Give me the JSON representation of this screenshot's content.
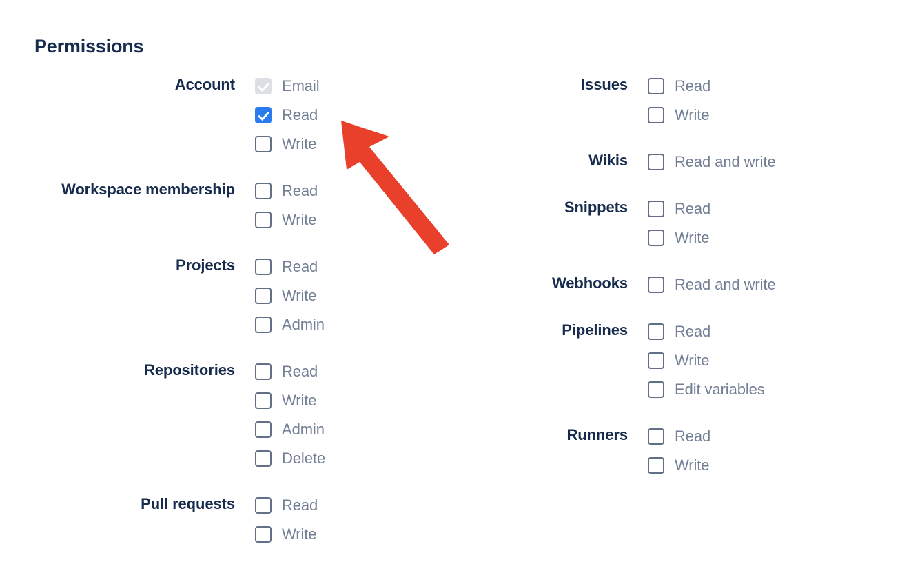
{
  "page": {
    "title": "Permissions",
    "heading_color": "#172B4D",
    "label_color": "#737F95",
    "checked_color": "#2A7BEF",
    "disabled_color": "#DCDFE4",
    "annotation_color": "#E8402A"
  },
  "columns": {
    "left": [
      {
        "label": "Account",
        "options": [
          {
            "label": "Email",
            "checked": true,
            "disabled": true
          },
          {
            "label": "Read",
            "checked": true,
            "disabled": false
          },
          {
            "label": "Write",
            "checked": false,
            "disabled": false
          }
        ]
      },
      {
        "label": "Workspace membership",
        "options": [
          {
            "label": "Read",
            "checked": false,
            "disabled": false
          },
          {
            "label": "Write",
            "checked": false,
            "disabled": false
          }
        ]
      },
      {
        "label": "Projects",
        "options": [
          {
            "label": "Read",
            "checked": false,
            "disabled": false
          },
          {
            "label": "Write",
            "checked": false,
            "disabled": false
          },
          {
            "label": "Admin",
            "checked": false,
            "disabled": false
          }
        ]
      },
      {
        "label": "Repositories",
        "options": [
          {
            "label": "Read",
            "checked": false,
            "disabled": false
          },
          {
            "label": "Write",
            "checked": false,
            "disabled": false
          },
          {
            "label": "Admin",
            "checked": false,
            "disabled": false
          },
          {
            "label": "Delete",
            "checked": false,
            "disabled": false
          }
        ]
      },
      {
        "label": "Pull requests",
        "options": [
          {
            "label": "Read",
            "checked": false,
            "disabled": false
          },
          {
            "label": "Write",
            "checked": false,
            "disabled": false
          }
        ]
      }
    ],
    "right": [
      {
        "label": "Issues",
        "options": [
          {
            "label": "Read",
            "checked": false,
            "disabled": false
          },
          {
            "label": "Write",
            "checked": false,
            "disabled": false
          }
        ]
      },
      {
        "label": "Wikis",
        "options": [
          {
            "label": "Read and write",
            "checked": false,
            "disabled": false
          }
        ]
      },
      {
        "label": "Snippets",
        "options": [
          {
            "label": "Read",
            "checked": false,
            "disabled": false
          },
          {
            "label": "Write",
            "checked": false,
            "disabled": false
          }
        ]
      },
      {
        "label": "Webhooks",
        "options": [
          {
            "label": "Read and write",
            "checked": false,
            "disabled": false
          }
        ]
      },
      {
        "label": "Pipelines",
        "options": [
          {
            "label": "Read",
            "checked": false,
            "disabled": false
          },
          {
            "label": "Write",
            "checked": false,
            "disabled": false
          },
          {
            "label": "Edit variables",
            "checked": false,
            "disabled": false
          }
        ]
      },
      {
        "label": "Runners",
        "options": [
          {
            "label": "Read",
            "checked": false,
            "disabled": false
          },
          {
            "label": "Write",
            "checked": false,
            "disabled": false
          }
        ]
      }
    ]
  },
  "annotation": {
    "kind": "arrow",
    "points_to": "Account Read checkbox",
    "color": "#E8402A"
  }
}
